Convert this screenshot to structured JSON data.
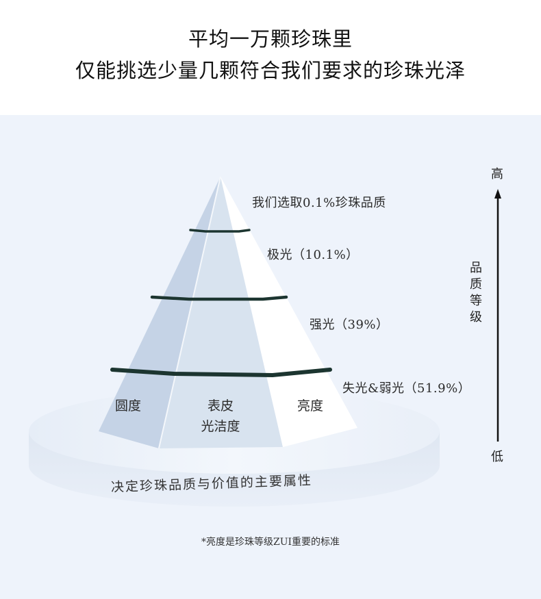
{
  "header": {
    "title_line1": "平均一万颗珍珠里",
    "title_line2": "仅能挑选少量几颗符合我们要求的珍珠光泽"
  },
  "pyramid": {
    "tiers": [
      {
        "label": "我们选取0.1%珍珠品质",
        "share": "0.1%"
      },
      {
        "label": "极光（10.1%）",
        "share": "10.1%"
      },
      {
        "label": "强光（39%）",
        "share": "39%"
      },
      {
        "label": "失光&弱光（51.9%）",
        "share": "51.9%"
      }
    ],
    "faces": {
      "left": "圆度",
      "center_line1": "表皮",
      "center_line2": "光洁度",
      "right": "亮度"
    },
    "base_caption": "决定珍珠品质与价值的主要属性",
    "colors": {
      "left_face": "#c5d3e6",
      "center_face": "#d8e3ef",
      "right_face": "#ffffff",
      "band_line": "#1c3530",
      "background": "#eef3fb"
    }
  },
  "axis": {
    "top_label": "高",
    "bottom_label": "低",
    "title": "品质等级",
    "icon": "arrow-up-icon"
  },
  "footnote": "*亮度是珍珠等级ZUI重要的标准",
  "chart_data": {
    "type": "pyramid",
    "title": "平均一万颗珍珠里 仅能挑选少量几颗符合我们要求的珍珠光泽",
    "categories": [
      "我们选取的珍珠品质",
      "极光",
      "强光",
      "失光&弱光"
    ],
    "values": [
      0.1,
      10.1,
      39,
      51.9
    ],
    "unit": "%",
    "ylabel": "品质等级",
    "axis_range": [
      "低",
      "高"
    ],
    "face_attributes": [
      "圆度",
      "表皮光洁度",
      "亮度"
    ],
    "annotation": "*亮度是珍珠等级ZUI重要的标准"
  }
}
